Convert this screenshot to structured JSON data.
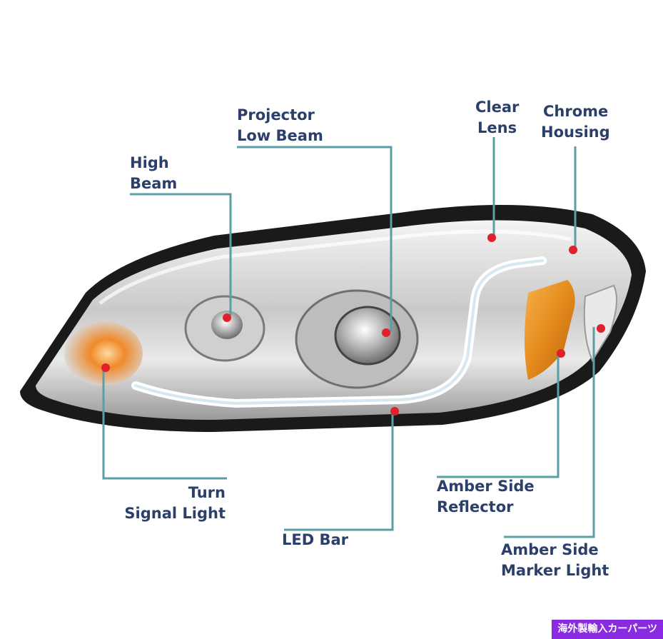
{
  "labels": {
    "high_beam": [
      "High",
      "Beam"
    ],
    "projector_low_beam": [
      "Projector",
      "Low Beam"
    ],
    "clear_lens": [
      "Clear",
      "Lens"
    ],
    "chrome_housing": [
      "Chrome",
      "Housing"
    ],
    "turn_signal_light": [
      "Turn",
      "Signal Light"
    ],
    "led_bar": [
      "LED Bar"
    ],
    "amber_side_reflector": [
      "Amber Side",
      "Reflector"
    ],
    "amber_side_marker_light": [
      "Amber Side",
      "Marker Light"
    ]
  },
  "watermark": "海外製輸入カーパーツ",
  "colors": {
    "label_text": "#2b3f6b",
    "leader_line": "#5b9ea6",
    "marker_dot": "#e0202a",
    "amber": "#e88a1a",
    "watermark_bg": "#8a2be2"
  }
}
